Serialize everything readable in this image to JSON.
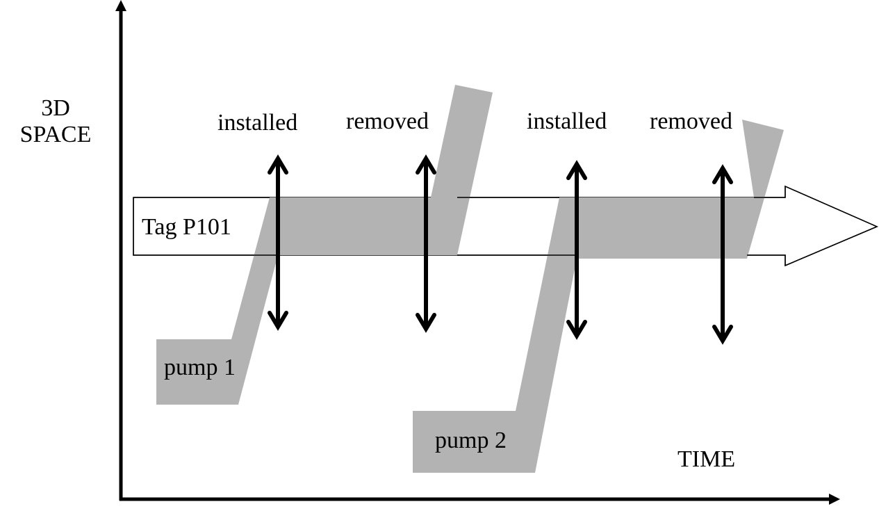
{
  "axes": {
    "y_label_line1": "3D",
    "y_label_line2": "SPACE",
    "x_label": "TIME"
  },
  "tag": {
    "label": "Tag P101"
  },
  "events": [
    {
      "label": "installed",
      "pump": "pump 1"
    },
    {
      "label": "removed",
      "pump": "pump 1"
    },
    {
      "label": "installed",
      "pump": "pump 2"
    },
    {
      "label": "removed",
      "pump": "pump 2"
    }
  ],
  "pumps": [
    {
      "label": "pump 1"
    },
    {
      "label": "pump 2"
    }
  ],
  "colors": {
    "pump_fill": "#b3b3b3",
    "line": "#000000",
    "background": "#ffffff"
  }
}
